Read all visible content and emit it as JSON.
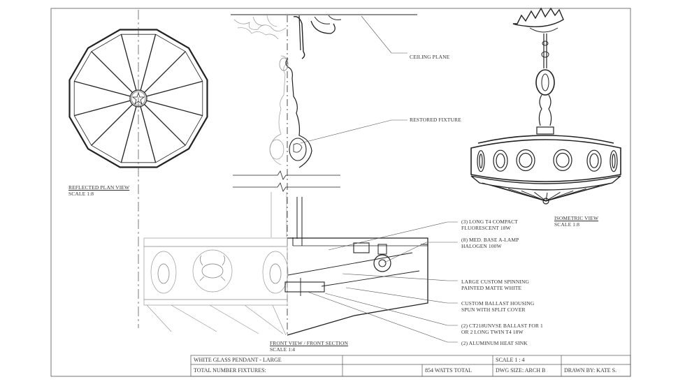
{
  "views": {
    "plan": {
      "title": "REFLECTED PLAN VIEW",
      "scale": "SCALE 1:8"
    },
    "front": {
      "title": "FRONT VIEW / FRONT SECTION",
      "scale": "SCALE 1:4"
    },
    "iso": {
      "title": "ISOMETRIC VIEW",
      "scale": "SCALE 1:8"
    }
  },
  "callouts": {
    "ceiling": "CEILING PLANE",
    "restored": "RESTORED FIXTURE",
    "t4_1": "(3) LONG T4 COMPACT",
    "t4_2": "FLUORESCENT 18W",
    "lamp_1": "(8) MED. BASE A-LAMP",
    "lamp_2": "HALOGEN 100W",
    "spin_1": "LARGE CUSTOM SPINNING",
    "spin_2": "PAINTED MATTE WHITE",
    "ballast_1": "CUSTOM BALLAST HOUSING",
    "ballast_2": "SPUN WITH SPLIT COVER",
    "ct_1": "(2) CT218UNVSE BALLAST FOR 1",
    "ct_2": "OR 2 LONG TWIN T4 18W",
    "sink": "(2) ALUMINUM HEAT SINK"
  },
  "title_block": {
    "project": "WHITE GLASS PENDANT - LARGE",
    "fixtures": "TOTAL NUMBER FIXTURES:",
    "scale": "SCALE   1 : 4",
    "watts": "854 WATTS TOTAL",
    "dwg_size": "DWG SIZE: ARCH B",
    "drawn_by": "DRAWN BY:  KATE S."
  },
  "icons": [
    "star-medallion-icon",
    "crab-medallion-icon",
    "crown-canopy-icon"
  ]
}
